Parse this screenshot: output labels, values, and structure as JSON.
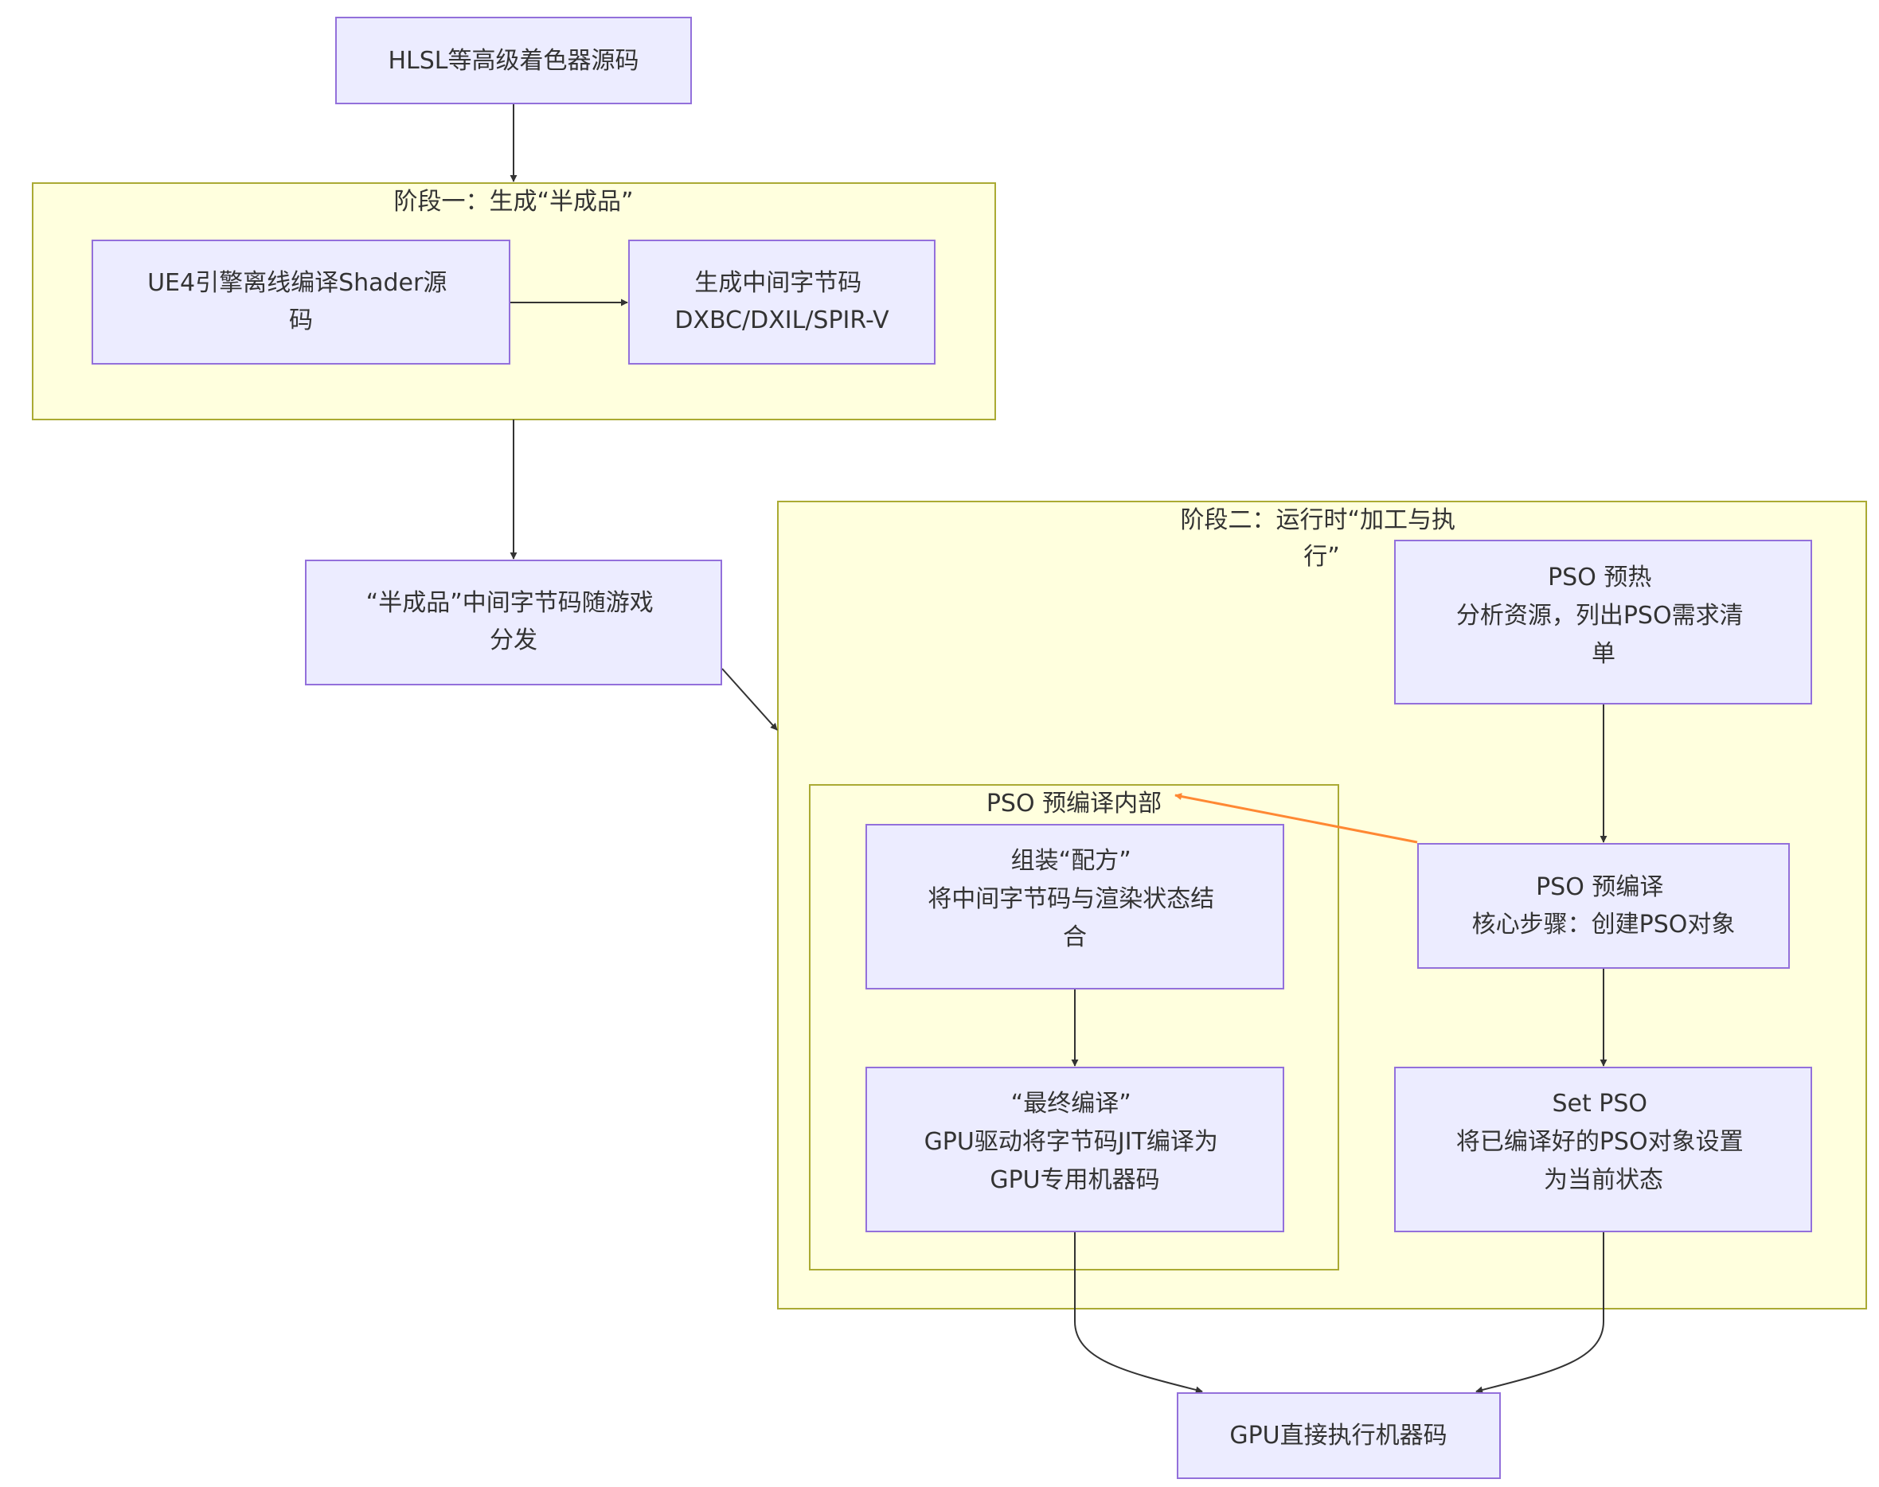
{
  "diagram": {
    "colors": {
      "node_fill": "#ECECFF",
      "node_stroke": "#9370DB",
      "cluster_fill": "#FFFFDE",
      "cluster_stroke": "#AAAA33",
      "edge": "#333333",
      "highlight_edge": "#FF8833",
      "text": "#333333"
    },
    "clusters": {
      "stage1": {
        "title_lines": [
          "阶段一：生成“半成品”"
        ]
      },
      "stage2": {
        "title_lines": [
          "阶段二：运行时“加工与执",
          "行”"
        ]
      },
      "pso_inner": {
        "title_lines": [
          "PSO 预编译内部"
        ]
      }
    },
    "nodes": {
      "hlsl": {
        "lines": [
          "HLSL等高级着色器源码"
        ]
      },
      "ue4": {
        "lines": [
          "UE4引擎离线编译Shader源",
          "码"
        ]
      },
      "bytecode": {
        "lines": [
          "生成中间字节码",
          "DXBC/DXIL/SPIR-V"
        ]
      },
      "dist": {
        "lines": [
          "“半成品”中间字节码随游戏",
          "分发"
        ]
      },
      "warmup": {
        "lines": [
          "PSO 预热",
          "分析资源，列出PSO需求清",
          "单"
        ]
      },
      "precompile": {
        "lines": [
          "PSO 预编译",
          "核心步骤：创建PSO对象"
        ]
      },
      "recipe": {
        "lines": [
          "组装“配方”",
          "将中间字节码与渲染状态结",
          "合"
        ]
      },
      "final": {
        "lines": [
          "“最终编译”",
          "GPU驱动将字节码JIT编译为",
          "GPU专用机器码"
        ]
      },
      "setpso": {
        "lines": [
          "Set PSO",
          "将已编译好的PSO对象设置",
          "为当前状态"
        ]
      },
      "gpuexec": {
        "lines": [
          "GPU直接执行机器码"
        ]
      }
    },
    "edges": [
      {
        "from": "hlsl",
        "to": "stage1"
      },
      {
        "from": "ue4",
        "to": "bytecode"
      },
      {
        "from": "stage1",
        "to": "dist"
      },
      {
        "from": "dist",
        "to": "stage2"
      },
      {
        "from": "warmup",
        "to": "precompile"
      },
      {
        "from": "precompile",
        "to": "pso_inner",
        "highlight": true
      },
      {
        "from": "recipe",
        "to": "final"
      },
      {
        "from": "precompile",
        "to": "setpso"
      },
      {
        "from": "final",
        "to": "gpuexec"
      },
      {
        "from": "setpso",
        "to": "gpuexec"
      }
    ]
  }
}
